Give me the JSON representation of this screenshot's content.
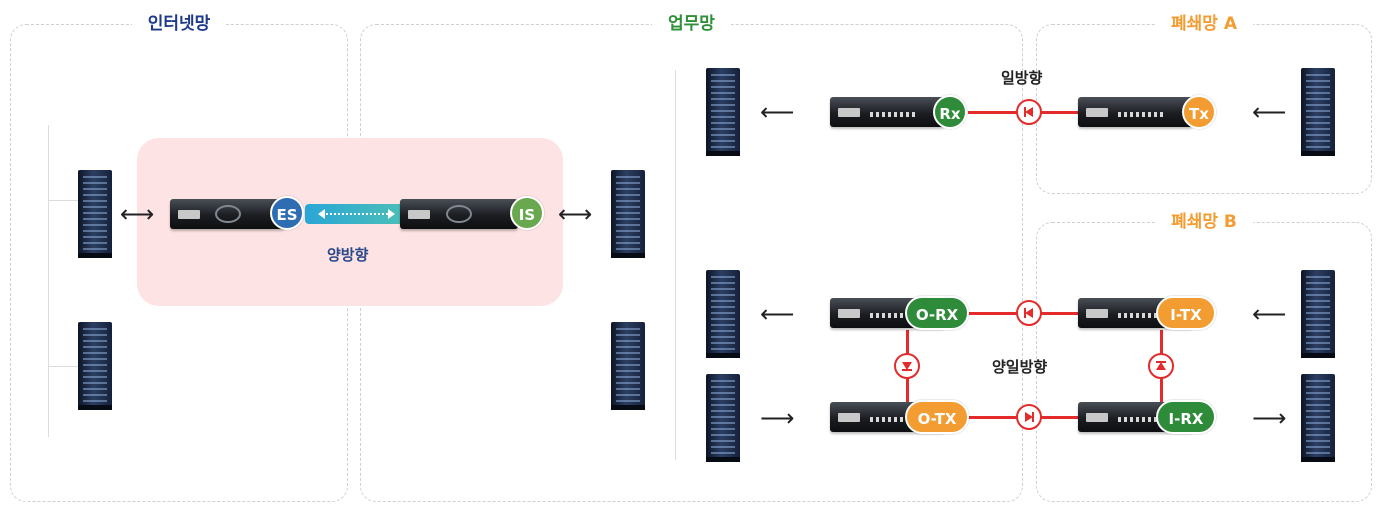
{
  "zones": {
    "internet": "인터넷망",
    "business": "업무망",
    "closed_a": "폐쇄망 A",
    "closed_b": "폐쇄망 B"
  },
  "labels": {
    "bidirectional": "양방향",
    "unidirectional": "일방향",
    "dual_unidirectional": "양일방향"
  },
  "badges": {
    "es": "ES",
    "is": "IS",
    "rx": "Rx",
    "tx": "Tx",
    "o_rx": "O-RX",
    "o_tx": "O-TX",
    "i_tx": "I-TX",
    "i_rx": "I-RX"
  },
  "arrows": {
    "both": "⟷",
    "left": "⟵",
    "right": "⟶"
  },
  "colors": {
    "internet_title": "#1e3a8a",
    "business_title": "#2f8f3a",
    "closed_title": "#f39c32",
    "diode_red": "#e32b2b",
    "highlight_bg": "#fde3e3"
  }
}
